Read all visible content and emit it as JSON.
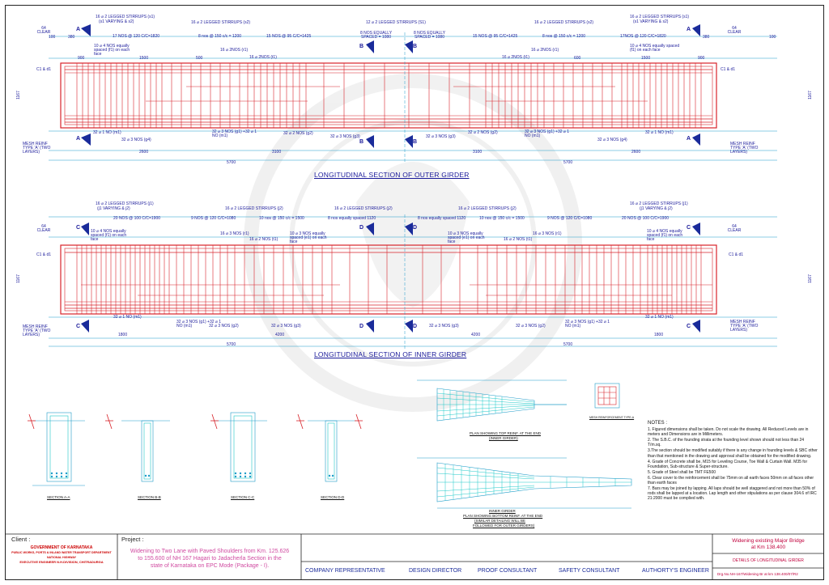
{
  "outer_girder": {
    "title": "LONGITUDINAL SECTION OF OUTER GIRDER",
    "top_labels": [
      "16 ⌀ 2 LEGGED STIRRUPS (s1)",
      "(s1 VARYING & s2)",
      "16 ⌀ 2 LEGGED STIRRUPS (s2)",
      "12 ⌀ 2 LEGGED STIRRUPS (S1)",
      "16 ⌀ 2 LEGGED STIRRUPS (s2)",
      "16 ⌀ 2 LEGGED STIRRUPS (s1)",
      "(s1 VARYING & s2)"
    ],
    "spacing_labels": [
      "17 NOS @ 120 C/C=1820",
      "8 nos @ 150 c/c = 1200",
      "15 NOS @ 95 C/C=1425",
      "8 NOS EQUALLY SPACED = 1080",
      "8 NOS EQUALLY SPACED = 1080",
      "15 NOS @ 95 C/C=1425",
      "8 nos @ 150 c/c = 1200",
      "17NOS @ 120 C/C=1820"
    ],
    "clear_label": "64 CLEAR",
    "dims_top": [
      "100",
      "380",
      "900",
      "1500",
      "500",
      "600",
      "1500",
      "900",
      "380",
      "100"
    ],
    "bar_notes_top": [
      "10 ⌀ 4 NOS equally spaced (f1) on each face",
      "16 ⌀ 2NOS (r1)",
      "16 ⌀ 2NOS (t1)",
      "16 ⌀ 2NOS (r1)",
      "16 ⌀ 2NOS (t1)",
      "10 ⌀ 4 NOS equally spaced (f1) on each face"
    ],
    "bar_notes_bottom": [
      "32 ⌀ 1 NO (m1)",
      "32 ⌀ 3 NOS (g4)",
      "32 ⌀ 3 NOS (g1) +32 ⌀ 1 NO (m1)",
      "32 ⌀ 2 NOS (g2)",
      "32 ⌀ 3 NOS (g3)",
      "32 ⌀ 3 NOS (g3)",
      "32 ⌀ 2 NOS (g2)",
      "32 ⌀ 3 NOS (g1) +32 ⌀ 1 NO (m1)",
      "32 ⌀ 3 NOS (g4)",
      "32 ⌀ 1 NO (m1)"
    ],
    "dims_bottom": [
      "2600",
      "3100",
      "3100",
      "2600"
    ],
    "overall": [
      "5700",
      "5700"
    ],
    "mesh_left": "MESH REINF TYPE 'A' (TWO LAYERS)",
    "mesh_right": "MESH REINF TYPE 'A' (TWO LAYERS)",
    "c1d1": "C1 & d1",
    "height": "1167",
    "section_tags": [
      "A",
      "B",
      "B",
      "A"
    ]
  },
  "inner_girder": {
    "title": "LONGITUDINAL SECTION OF INNER GIRDER",
    "top_labels": [
      "16 ⌀ 2 LEGGED STIRRUPS (j1)",
      "(j1 VARYING & j2)",
      "16 ⌀ 2 LEGGED STIRRUPS (j2)",
      "16 ⌀ 2 LEGGED STIRRUPS (j2)",
      "16 ⌀ 2 LEGGED STIRRUPS (j2)",
      "16 ⌀ 2 LEGGED STIRRUPS (j1)",
      "(j1 VARYING & j2)"
    ],
    "spacing_labels": [
      "20 NOS @ 100 C/C=1900",
      "9 NOS @ 120 C/C=1080",
      "10 nos @ 150 c/c = 1500",
      "8 nos equally spaced 1120",
      "8 nos equally spaced 1120",
      "10 nos @ 150 c/c = 1500",
      "9 NOS @ 120 C/C=1080",
      "20 NOS @ 100 C/C=1900"
    ],
    "clear_label": "64 CLEAR",
    "bar_notes_top": [
      "10 ⌀ 4 NOS equally spaced (f1) on each face",
      "16 ⌀ 3 NOS (r1)",
      "16 ⌀ 2 NOS (t1)",
      "10 ⌀ 3 NOS equally spaced (e1) on each face",
      "10 ⌀ 3 NOS equally spaced (e1) on each face",
      "16 ⌀ 2 NOS (t1)",
      "16 ⌀ 3 NOS (r1)",
      "10 ⌀ 4 NOS equally spaced (f1) on each face"
    ],
    "bar_notes_bottom": [
      "32 ⌀ 1 NO (m1)",
      "32 ⌀ 3 NOS (g1) +32 ⌀ 1 NO (m1)",
      "32 ⌀ 3 NOS (g2)",
      "32 ⌀ 3 NOS (g3)",
      "32 ⌀ 3 NOS (g3)",
      "32 ⌀ 3 NOS (g2)",
      "32 ⌀ 3 NOS (g1) +32 ⌀ 1 NO (m1)",
      "32 ⌀ 1 NO (m1)"
    ],
    "dims_bottom": [
      "1800",
      "4200",
      "4200",
      "1800"
    ],
    "overall": [
      "5700",
      "5700"
    ],
    "mesh_left": "MESH REINF TYPE 'A' (TWO LAYERS)",
    "mesh_right": "MESH REINF TYPE 'A' (TWO LAYERS)",
    "c1d1": "C1 & d1",
    "height": "1167",
    "section_tags": [
      "C",
      "D",
      "D",
      "C"
    ]
  },
  "sections": [
    "SECTION A-A",
    "SECTION B-B",
    "SECTION C-C",
    "SECTION D-D"
  ],
  "plans": {
    "top": [
      "PLAN SHOWING TOP REINF. AT THE END",
      "(INNER GIRDER)"
    ],
    "bottom": [
      "INNER GIRDER",
      "PLAN SHOWING BOTTOM REINF. AT THE END",
      "(SIMILAR DETAILING WILL BE",
      "FOLLOWED FOR OUTER GIRDERS)"
    ],
    "mesh_label": "MESH REINFORCEMENT TYPE-A"
  },
  "notes": {
    "heading": "NOTES :",
    "items": [
      "1. Figured dimensions shall be taken. Do not scale the drawing. All Reduced Levels are in meters and Dimensions are in Millimeters.",
      "2. The S.B.C. of the founding strata at the founding level shown should not less than 24 T/m.sq.",
      "3.The section should be modified suitably if there is any change in founding levels & SBC other than that mentioned in the drawing and approval shall be obtained for the modified drawing.",
      "4. Grade of Concrete shall be, M15 for Leveling Course, Toe Wall & Curtain Wall. M35 for Foundation, Sub-structure & Super-structure.",
      "5. Grade of Steel shall be TMT FE500",
      "6. Clear cover to the reinforcement shall be 75mm on all earth faces 50mm on all faces other than earth faces",
      "7. Bars may be joined by lapping. All laps should be well staggered and not more than 50% of rods shall be lapped at a location. Lap length and other stipulations as per clause 304.6 of IRC 21:2000 must be complied with."
    ]
  },
  "title_block": {
    "client_label": "Client :",
    "project_label": "Project :",
    "gov_lines": [
      "GOVERNMENT OF KARNATAKA",
      "PUBLIC WORKS, PORTS & INLAND WATER TRANSPORT DEPARTMENT",
      "NATIONAL HIGHWAY",
      "EXECUTIVE ENGINEER N.H.DIVISION, CHITRADURGA"
    ],
    "project_lines": [
      "Widening to Two Lane with Paved Shoulders from Km. 125.626",
      "to 155.600 of NH 167 Hagari to Jadacherla Section in the",
      "state of Karnataka on EPC Mode (Package - I)."
    ],
    "signatories": [
      "COMPANY REPRESENTATIVE",
      "DESIGN DIRECTOR",
      "PROOF CONSULTANT",
      "SAFETY CONSULTANT",
      "AUTHORTY'S ENGINEER"
    ],
    "right_title": [
      "Widening existing Major Bridge",
      "at Km 138.400"
    ],
    "drawing_title": "DETAILS OF LONGITUDINAL GIRDER",
    "drawing_no": "Drg.No.NH-167/Widening Br at km 138.400/07/R2"
  },
  "colors": {
    "rebar": "#d8232a",
    "dimension": "#1f9cc9",
    "text": "#1a1a9a",
    "accent_magenta": "#d04aa0"
  }
}
